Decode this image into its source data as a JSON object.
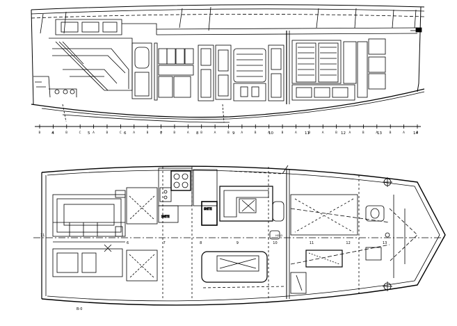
{
  "scale": {
    "numbers": [
      "4",
      "5",
      "6",
      "7",
      "8",
      "9",
      "10",
      "11",
      "12",
      "13",
      "14"
    ],
    "letters": [
      "B",
      "A",
      "B",
      "C",
      "A",
      "B",
      "C",
      "A",
      "B",
      "A",
      "B",
      "A",
      "B",
      "A",
      "B",
      "A",
      "B",
      "A",
      "B",
      "A",
      "B",
      "A",
      "B",
      "A",
      "B",
      "A",
      "B",
      "A",
      "B"
    ]
  },
  "plan_labels": {
    "stations": [
      "6",
      "7",
      "8",
      "9",
      "10",
      "11",
      "12",
      "13"
    ],
    "row_h_left": "11",
    "bottom_mark": "B-0",
    "cab_left": "SHITE",
    "cab_right": "SHITE",
    "midline_mark": "HOLD"
  },
  "colors": {
    "line": "#000000",
    "background": "#ffffff"
  }
}
